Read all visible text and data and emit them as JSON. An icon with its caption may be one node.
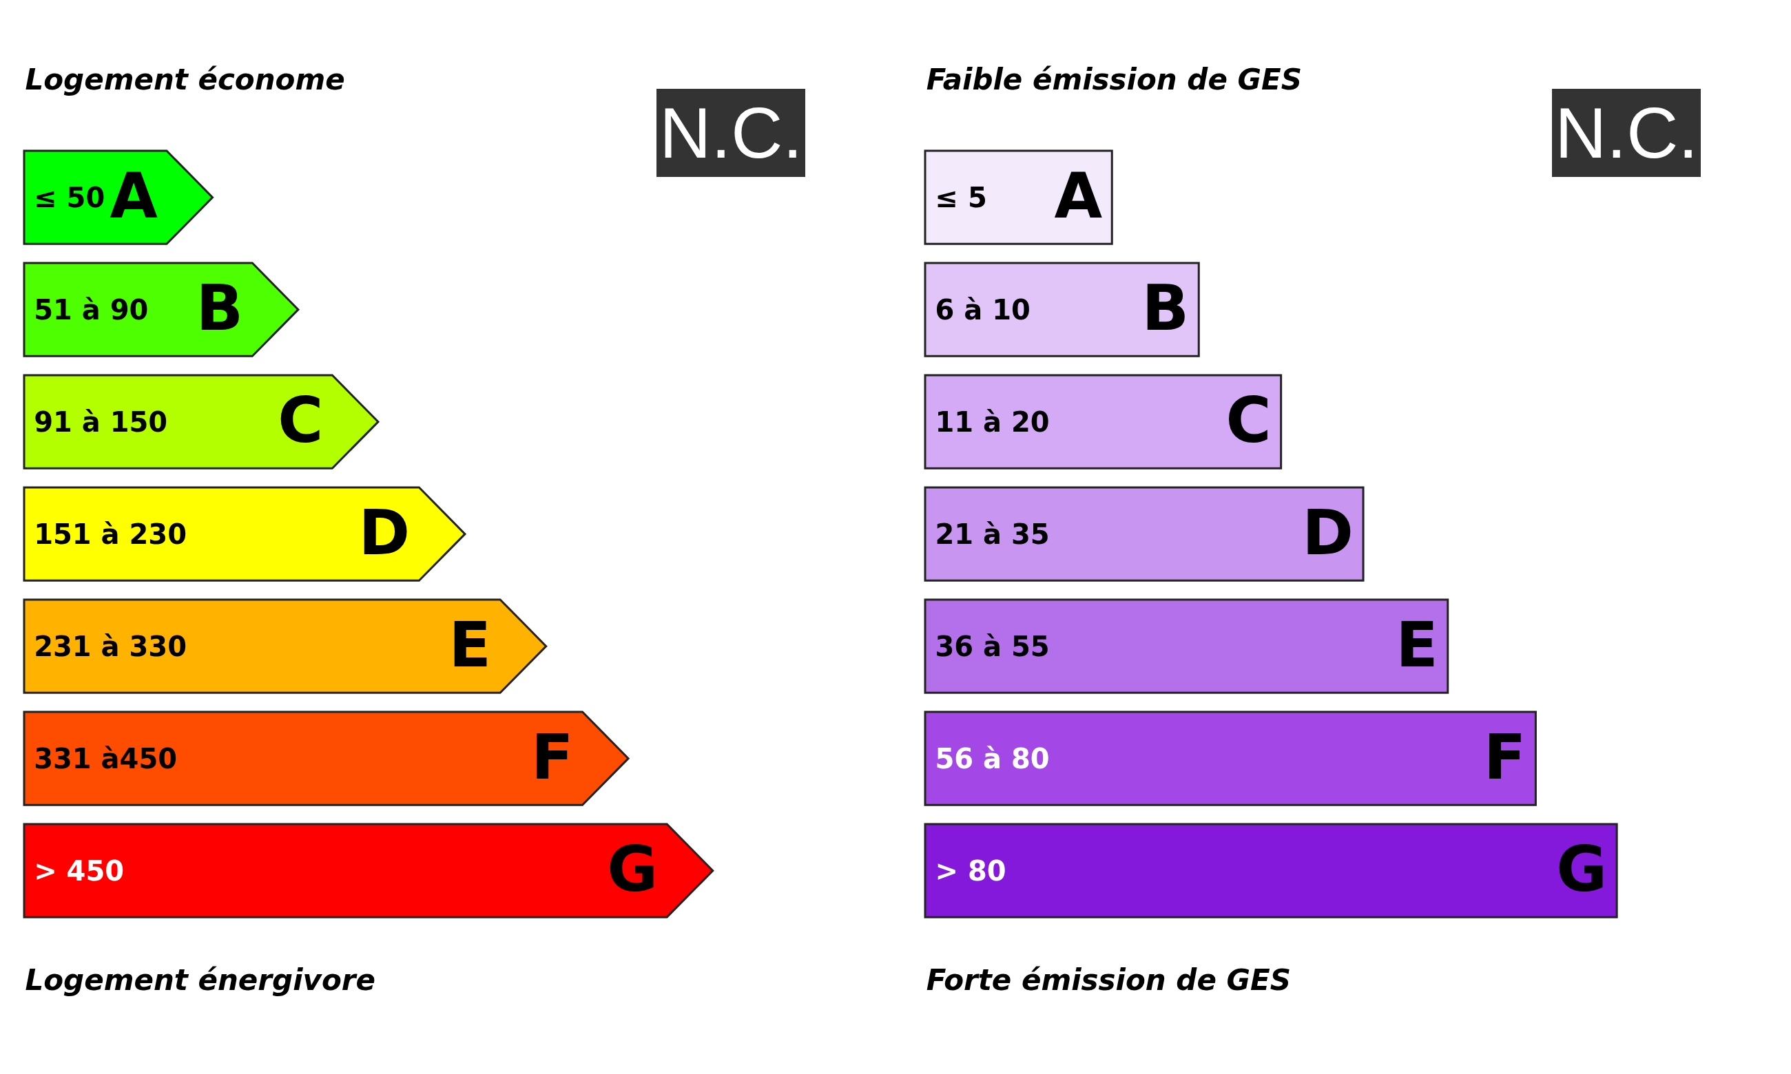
{
  "diagram": {
    "nodes": [
      {
        "text": [
          "N.C."
        ]
      },
      {
        "text": [
          "≤ 50",
          "A"
        ]
      },
      {
        "text": [
          "51 à 90",
          "B"
        ]
      },
      {
        "text": [
          "91 à 150",
          "C"
        ]
      },
      {
        "text": [
          "151 à 230",
          "D"
        ]
      },
      {
        "text": [
          "231 à 330",
          "E"
        ]
      },
      {
        "text": [
          "331 à450",
          "F"
        ]
      },
      {
        "text": [
          "> 450",
          "G"
        ]
      },
      {
        "text": [
          "N.C."
        ]
      },
      {
        "text": [
          "≤ 5",
          "A"
        ]
      },
      {
        "text": [
          "6 à 10",
          "B"
        ]
      },
      {
        "text": [
          "11 à 20",
          "C"
        ]
      },
      {
        "text": [
          "21 à 35",
          "D"
        ]
      },
      {
        "text": [
          "36 à 55",
          "E"
        ]
      },
      {
        "text": [
          "56 à 80",
          "F"
        ]
      },
      {
        "text": [
          "> 80",
          "G"
        ]
      }
    ],
    "labels": [
      "Logement économe",
      "Faible émission de GES",
      "Logement énergivore",
      "Forte émission de GES"
    ]
  }
}
